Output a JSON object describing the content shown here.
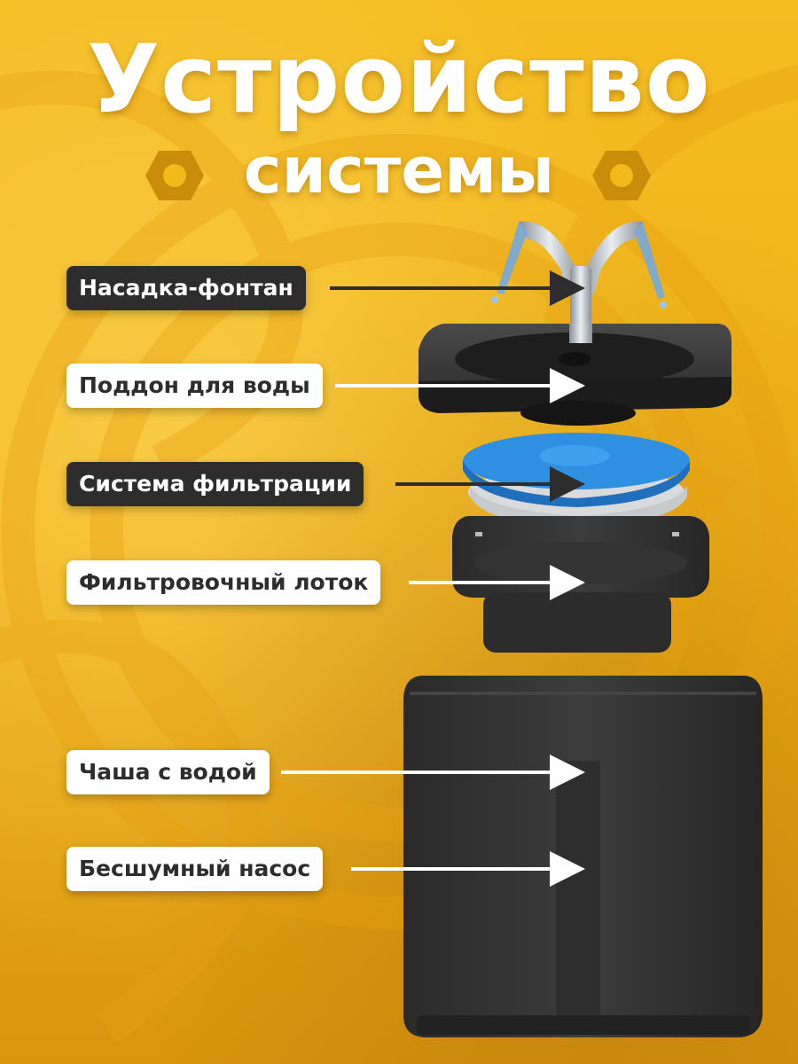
{
  "title": {
    "line1": "Устройство",
    "line2": "системы"
  },
  "labels": [
    {
      "text": "Насадка-фонтан",
      "style": "dark"
    },
    {
      "text": "Поддон для воды",
      "style": "light"
    },
    {
      "text": "Система фильтрации",
      "style": "dark"
    },
    {
      "text": "Фильтровочный лоток",
      "style": "light"
    },
    {
      "text": "Чаша с водой",
      "style": "light"
    },
    {
      "text": "Бесшумный насос",
      "style": "light"
    }
  ],
  "colors": {
    "background": "#f3b81a",
    "dark_label": "#2d2d2d",
    "light_label": "#ffffff",
    "filter_sponge": "#2f8fe0"
  },
  "icons": [
    "hexagon-nut-icon",
    "fountain-nozzle-icon"
  ]
}
